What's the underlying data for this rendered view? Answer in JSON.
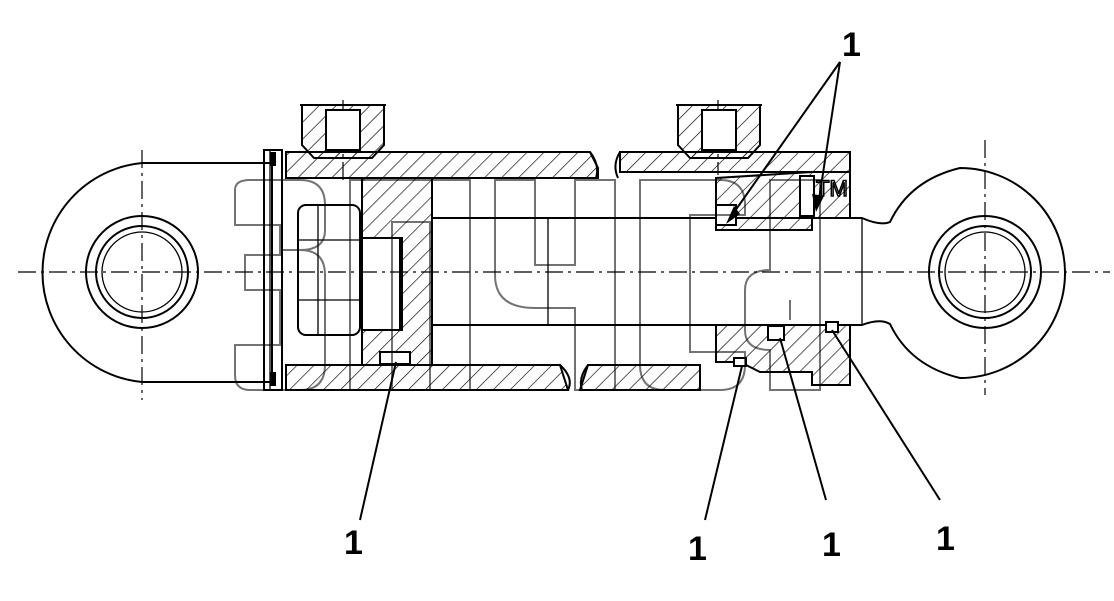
{
  "callouts": [
    {
      "id": "top",
      "label": "1"
    },
    {
      "id": "bottom-left",
      "label": "1"
    },
    {
      "id": "bottom-mid1",
      "label": "1"
    },
    {
      "id": "bottom-mid2",
      "label": "1"
    },
    {
      "id": "bottom-right",
      "label": "1"
    }
  ],
  "watermark": {
    "text": "ЗПЧЕЛ",
    "tm": "TM"
  },
  "colors": {
    "line": "#000000",
    "background": "#ffffff"
  }
}
